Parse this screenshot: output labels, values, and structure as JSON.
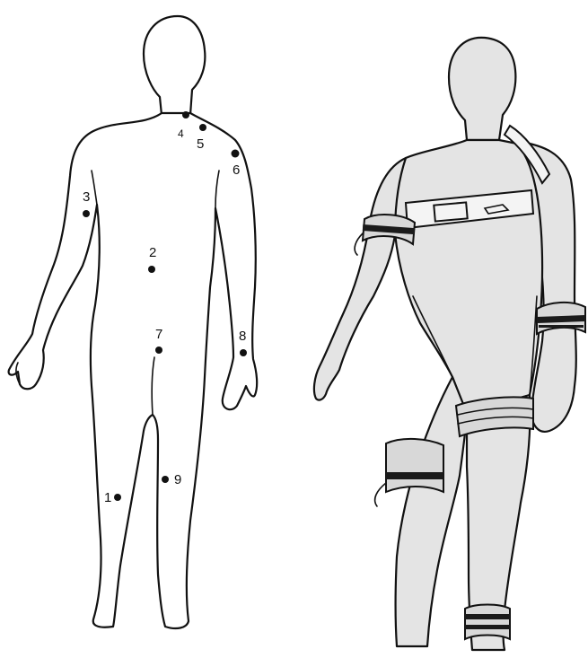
{
  "markers": [
    {
      "label": "1",
      "name": "marker-1"
    },
    {
      "label": "2",
      "name": "marker-2"
    },
    {
      "label": "3",
      "name": "marker-3"
    },
    {
      "label": "4",
      "name": "marker-4"
    },
    {
      "label": "5",
      "name": "marker-5"
    },
    {
      "label": "6",
      "name": "marker-6"
    },
    {
      "label": "7",
      "name": "marker-7"
    },
    {
      "label": "8",
      "name": "marker-8"
    },
    {
      "label": "9",
      "name": "marker-9"
    }
  ]
}
